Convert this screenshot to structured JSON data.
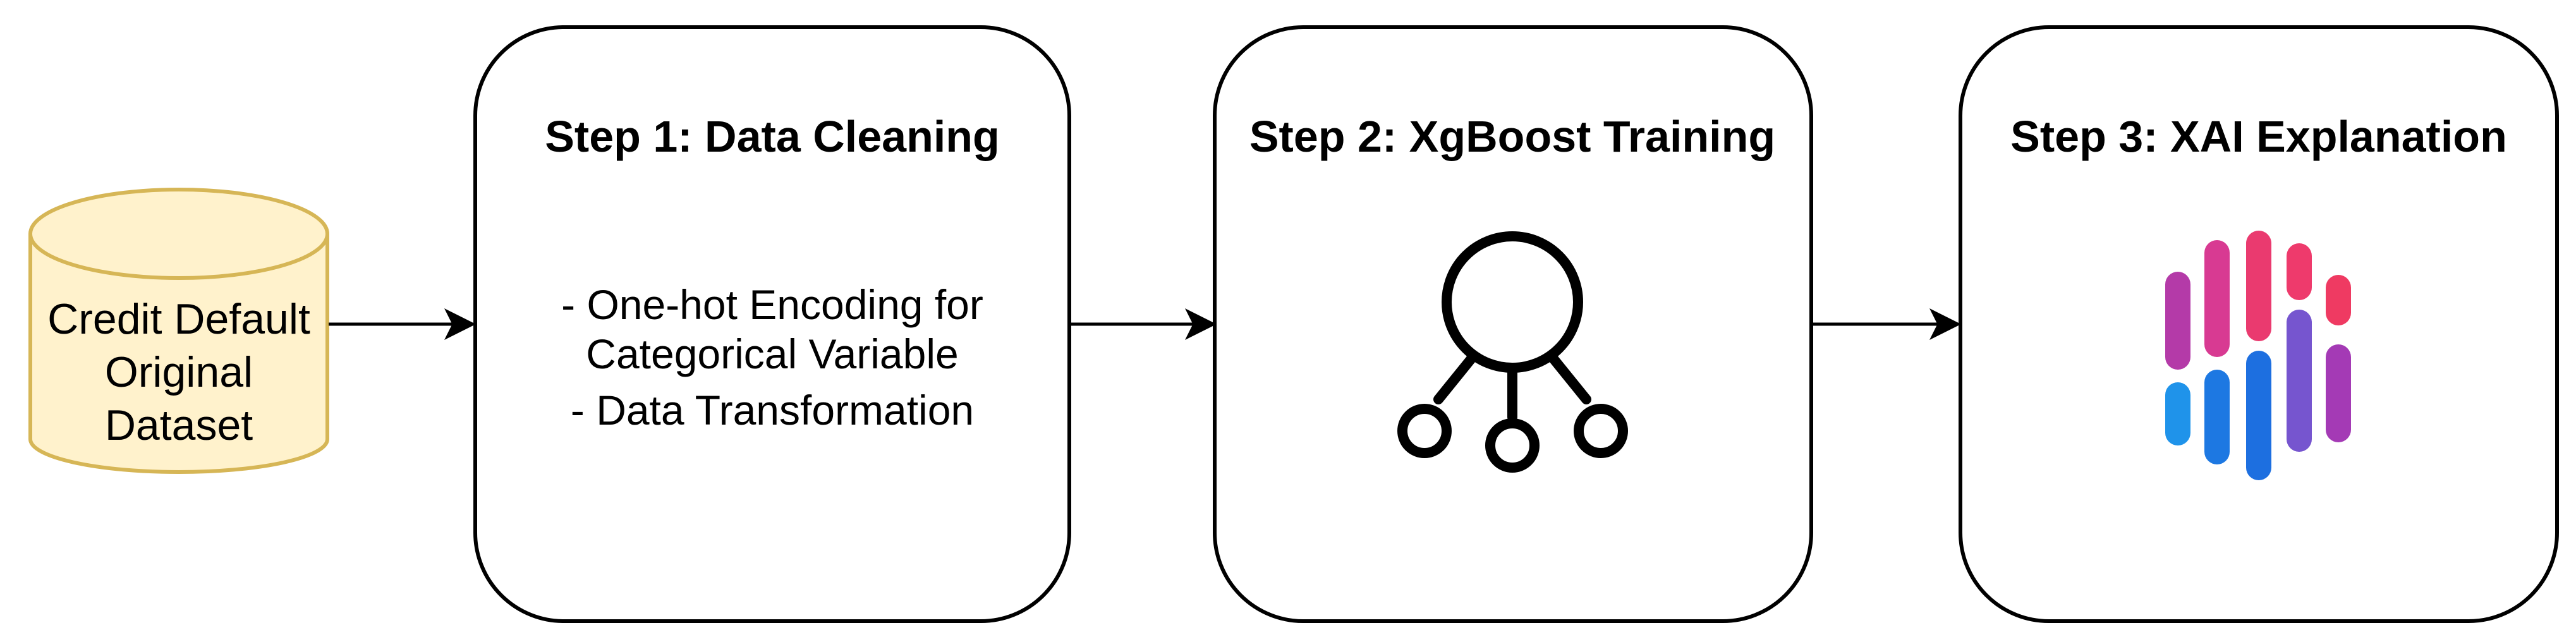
{
  "dataset": {
    "lines": [
      "Credit Default",
      "Original",
      "Dataset"
    ],
    "fill": "#fff2cc",
    "stroke": "#d6b656"
  },
  "steps": [
    {
      "title": "Step 1: Data Cleaning",
      "lines": [
        "- One-hot Encoding for",
        "Categorical Variable",
        "- Data Transformation"
      ],
      "icon": "text-list"
    },
    {
      "title": "Step 2: XgBoost Training",
      "lines": [],
      "icon": "tree-node-icon"
    },
    {
      "title": "Step 3: XAI Explanation",
      "lines": [],
      "icon": "xai-bars-icon"
    }
  ],
  "colors": {
    "border": "#000000",
    "xai_pink": "#e23a78",
    "xai_purple": "#a63ab1",
    "xai_blue": "#1f8fe8",
    "xai_violet": "#7a59d1"
  }
}
